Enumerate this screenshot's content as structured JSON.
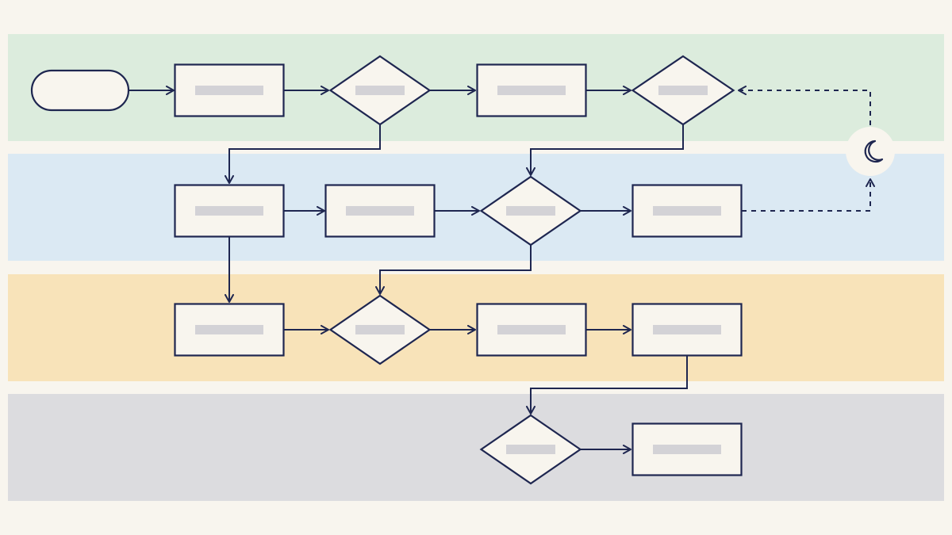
{
  "colors": {
    "background": "#f8f5ee",
    "ink": "#1e2650",
    "node_fill": "#f8f5ee",
    "placeholder": "#d3d2d6",
    "lane_1": "#dcecdd",
    "lane_2": "#dbe9f3",
    "lane_3": "#f8e3b9",
    "lane_4": "#dcdcdf"
  },
  "lanes": [
    {
      "id": "lane-1",
      "label": ""
    },
    {
      "id": "lane-2",
      "label": ""
    },
    {
      "id": "lane-3",
      "label": ""
    },
    {
      "id": "lane-4",
      "label": ""
    }
  ],
  "nodes": [
    {
      "id": "start",
      "shape": "terminator",
      "label": ""
    },
    {
      "id": "step-a",
      "shape": "process",
      "label": ""
    },
    {
      "id": "decision-a",
      "shape": "decision",
      "label": ""
    },
    {
      "id": "step-b",
      "shape": "process",
      "label": ""
    },
    {
      "id": "decision-b",
      "shape": "decision",
      "label": ""
    },
    {
      "id": "step-c",
      "shape": "process",
      "label": ""
    },
    {
      "id": "step-d",
      "shape": "process",
      "label": ""
    },
    {
      "id": "decision-c",
      "shape": "decision",
      "label": ""
    },
    {
      "id": "step-e",
      "shape": "process",
      "label": ""
    },
    {
      "id": "step-f",
      "shape": "process",
      "label": ""
    },
    {
      "id": "decision-d",
      "shape": "decision",
      "label": ""
    },
    {
      "id": "step-g",
      "shape": "process",
      "label": ""
    },
    {
      "id": "step-h",
      "shape": "process",
      "label": ""
    },
    {
      "id": "decision-e",
      "shape": "decision",
      "label": ""
    },
    {
      "id": "step-i",
      "shape": "process",
      "label": ""
    }
  ],
  "wait_marker": {
    "icon": "moon-icon"
  },
  "edges": [
    {
      "from": "start",
      "to": "step-a",
      "style": "solid"
    },
    {
      "from": "step-a",
      "to": "decision-a",
      "style": "solid"
    },
    {
      "from": "decision-a",
      "to": "step-b",
      "style": "solid"
    },
    {
      "from": "step-b",
      "to": "decision-b",
      "style": "solid"
    },
    {
      "from": "decision-a",
      "to": "step-c",
      "style": "solid"
    },
    {
      "from": "decision-b",
      "to": "decision-c",
      "style": "solid"
    },
    {
      "from": "step-c",
      "to": "step-d",
      "style": "solid"
    },
    {
      "from": "step-d",
      "to": "decision-c",
      "style": "solid"
    },
    {
      "from": "decision-c",
      "to": "step-e",
      "style": "solid"
    },
    {
      "from": "step-e",
      "to": "wait-marker",
      "style": "dashed"
    },
    {
      "from": "wait-marker",
      "to": "decision-b",
      "style": "dashed"
    },
    {
      "from": "step-c",
      "to": "step-f",
      "style": "solid"
    },
    {
      "from": "decision-c",
      "to": "decision-d",
      "style": "solid"
    },
    {
      "from": "step-f",
      "to": "decision-d",
      "style": "solid"
    },
    {
      "from": "decision-d",
      "to": "step-g",
      "style": "solid"
    },
    {
      "from": "step-g",
      "to": "step-h",
      "style": "solid"
    },
    {
      "from": "step-h",
      "to": "decision-e",
      "style": "solid"
    },
    {
      "from": "decision-e",
      "to": "step-i",
      "style": "solid"
    }
  ]
}
